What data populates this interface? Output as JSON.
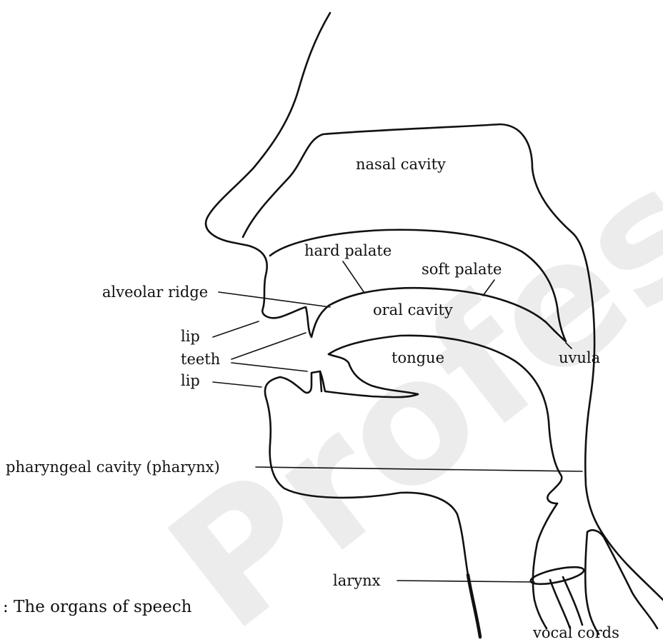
{
  "watermark": "Professor Acc",
  "caption": ": The organs of speech",
  "labels": {
    "nasal_cavity": "nasal cavity",
    "hard_palate": "hard palate",
    "soft_palate": "soft palate",
    "alveolar_ridge": "alveolar ridge",
    "oral_cavity": "oral cavity",
    "lip_upper": "lip",
    "teeth": "teeth",
    "tongue": "tongue",
    "uvula": "uvula",
    "lip_lower": "lip",
    "pharynx": "pharyngeal cavity (pharynx)",
    "larynx": "larynx",
    "vocal_cords": "vocal cords"
  }
}
